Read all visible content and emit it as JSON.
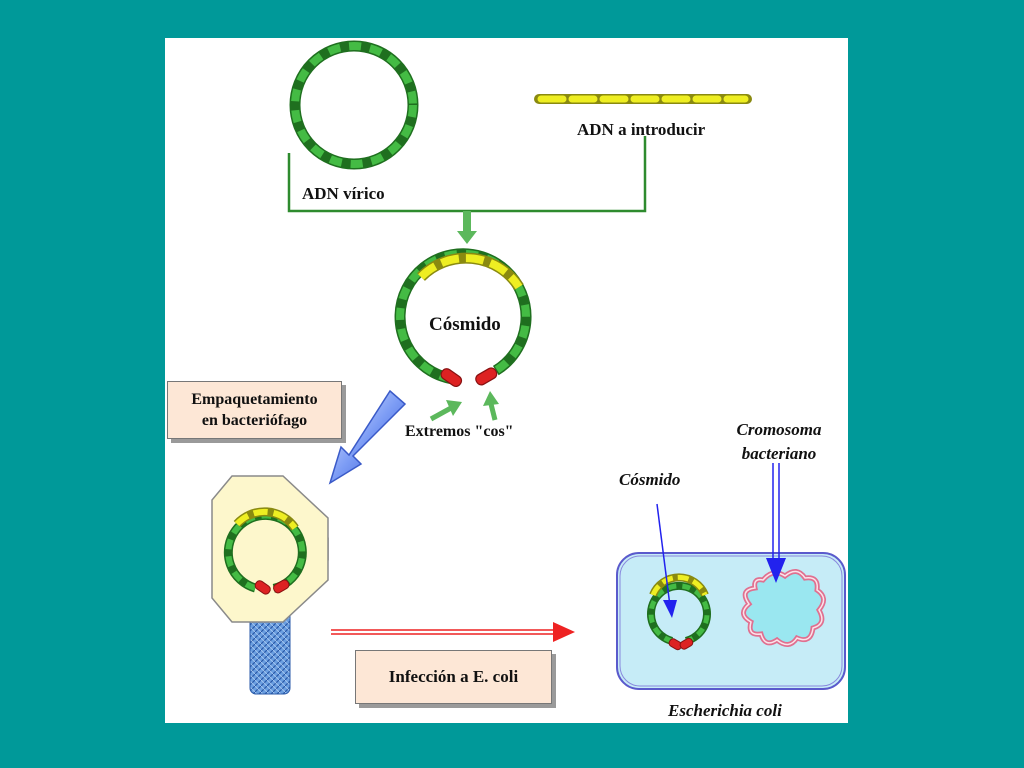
{
  "labels": {
    "viral_dna": "ADN vírico",
    "insert_dna": "ADN a introducir",
    "cosmid": "Cósmido",
    "cos_ends": "Extremos \"cos\"",
    "packaging_line1": "Empaquetamiento",
    "packaging_line2": "en bacteriófago",
    "infection": "Infección a E. coli",
    "cell_cosmid": "Cósmido",
    "bacterial_chromosome_line1": "Cromosoma",
    "bacterial_chromosome_line2": "bacteriano",
    "ecoli": "Escherichia coli"
  },
  "colors": {
    "page_background": "#009999",
    "slide_background": "#ffffff",
    "dna_green": "#33aa33",
    "dna_dark_green": "#1f6f1f",
    "insert_yellow": "#eeee22",
    "insert_olive": "#8a8a10",
    "cos_red": "#dd2222",
    "label_box_fill": "#fde7d6",
    "cell_fill": "#c6ecf7",
    "cell_border": "#5a5acc",
    "chromosome_fill": "#9ae7f0",
    "chromosome_border": "#e07090",
    "arrow_blue": "#2222ee",
    "arrow_red": "#ee2222",
    "connector_green": "#2e8b2e"
  }
}
